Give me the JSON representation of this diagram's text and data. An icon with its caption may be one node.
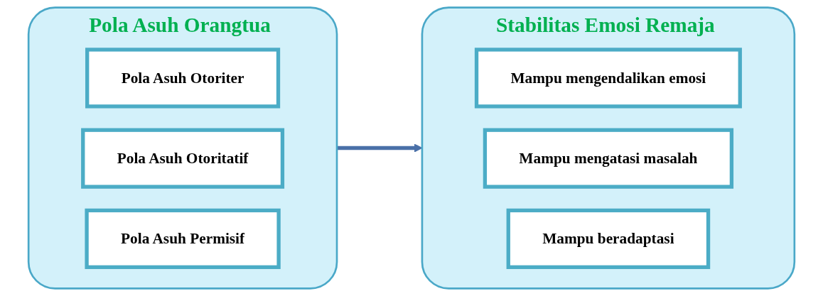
{
  "diagram": {
    "nodes": [
      {
        "text": [
          "Pola Asuh Orangtua"
        ]
      },
      {
        "text": [
          "Pola Asuh Otoriter"
        ],
        "in": 0
      },
      {
        "text": [
          "Pola Asuh Otoritatif"
        ],
        "in": 0
      },
      {
        "text": [
          "Pola Asuh Permisif"
        ],
        "in": 0
      },
      {
        "text": [
          "Stabilitas Emosi Remaja"
        ]
      },
      {
        "text": [
          "Mampu mengendalikan emosi"
        ],
        "in": 4
      },
      {
        "text": [
          "Mampu mengatasi masalah"
        ],
        "in": 4
      },
      {
        "text": [
          "Mampu beradaptasi"
        ],
        "in": 4
      }
    ],
    "edges": [
      {
        "from": 0,
        "to": 4,
        "arrow": "to"
      }
    ]
  }
}
